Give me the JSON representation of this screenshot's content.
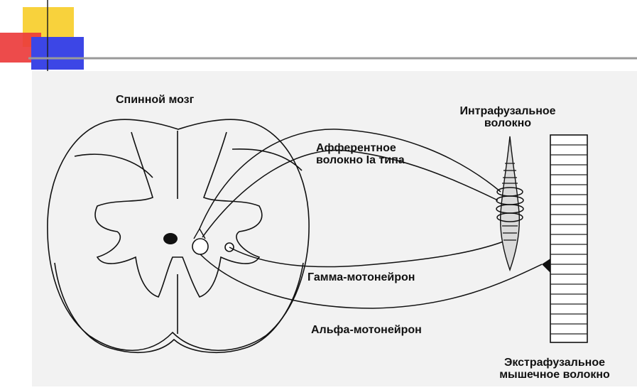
{
  "colors": {
    "accent_yellow": "#f8d23c",
    "accent_red": "#ec3c3c",
    "accent_blue": "#3c46e6",
    "rule_gray": "#9a9a9a",
    "panel": "#f2f2f2",
    "ink": "#111111"
  },
  "labels": {
    "spinal_cord": "Спинной мозг",
    "intrafusal_line1": "Интрафузальное",
    "intrafusal_line2": "волокно",
    "afferent_line1": "Афферентное",
    "afferent_line2": "волокно Ia типа",
    "gamma": "Гамма-мотонейрон",
    "alpha": "Альфа-мотонейрон",
    "extrafusal_line1": "Экстрафузальное",
    "extrafusal_line2": "мышечное волокно"
  }
}
